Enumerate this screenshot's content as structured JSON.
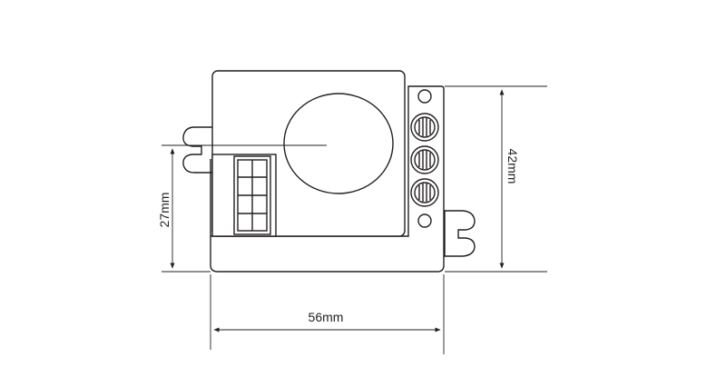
{
  "dimensions": {
    "width_label": "56mm",
    "height_label": "42mm",
    "terminal_height_label": "27mm"
  }
}
